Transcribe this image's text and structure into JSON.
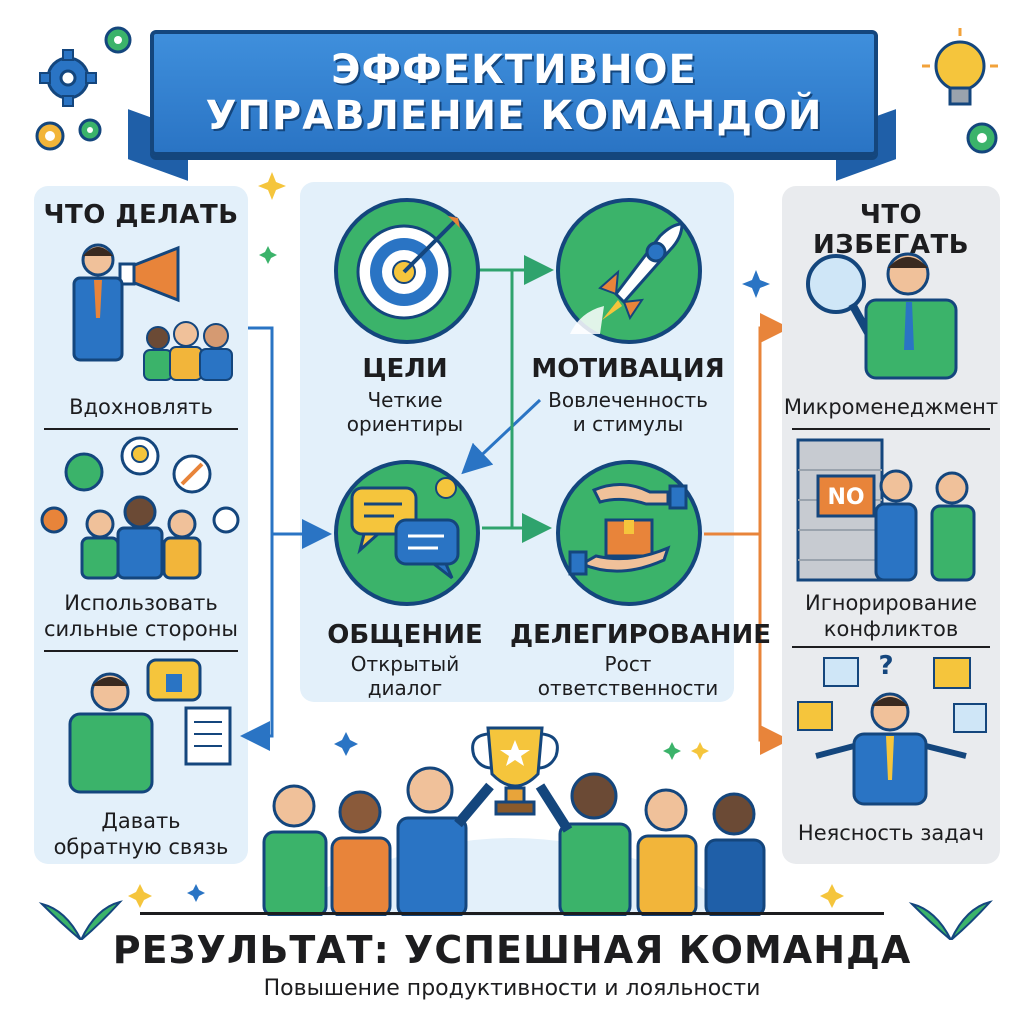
{
  "title": {
    "line1": "ЭФФЕКТИВНОЕ",
    "line2": "УПРАВЛЕНИЕ КОМАНДОЙ"
  },
  "do": {
    "heading": "ЧТО ДЕЛАТЬ",
    "items": [
      {
        "label": "Вдохновлять"
      },
      {
        "label_line1": "Использовать",
        "label_line2": "сильные стороны"
      },
      {
        "label_line1": "Давать",
        "label_line2": "обратную связь"
      }
    ]
  },
  "principles": [
    {
      "title": "ЦЕЛИ",
      "sub_line1": "Четкие",
      "sub_line2": "ориентиры"
    },
    {
      "title": "МОТИВАЦИЯ",
      "sub_line1": "Вовлеченность",
      "sub_line2": "и стимулы"
    },
    {
      "title": "ОБЩЕНИЕ",
      "sub_line1": "Открытый",
      "sub_line2": "диалог"
    },
    {
      "title": "ДЕЛЕГИРОВАНИЕ",
      "sub_line1": "Рост",
      "sub_line2": "ответственности"
    }
  ],
  "avoid": {
    "heading": "ЧТО ИЗБЕГАТЬ",
    "items": [
      {
        "label": "Микроменеджмент"
      },
      {
        "label_line1": "Игнорирование",
        "label_line2": "конфликтов",
        "sign": "NO"
      },
      {
        "label": "Неясность задач"
      }
    ]
  },
  "result": {
    "title": "РЕЗУЛЬТАТ: УСПЕШНАЯ КОМАНДА",
    "subtitle": "Повышение продуктивности и лояльности"
  },
  "colors": {
    "brand_blue": "#2a74c4",
    "dark_blue": "#14467d",
    "green": "#3bb36a",
    "orange": "#e8843a",
    "panel_blue": "#e3f0fa",
    "panel_gray": "#e9ebee"
  },
  "icons": {
    "gears": "gear-icon",
    "lightbulb": "lightbulb-icon",
    "target": "target-icon",
    "rocket": "rocket-icon",
    "chat": "chat-bubbles-icon",
    "delegation": "hands-box-icon",
    "trophy": "trophy-icon",
    "magnifier": "magnifier-icon",
    "question": "question-icon"
  }
}
